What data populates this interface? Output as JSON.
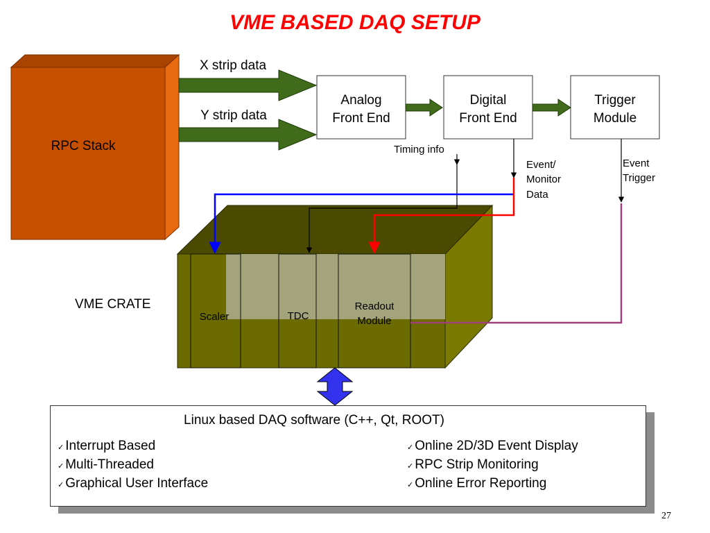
{
  "title": "VME BASED DAQ SETUP",
  "rpc_stack": {
    "label": "RPC Stack"
  },
  "inputs": {
    "x_strip": "X strip data",
    "y_strip": "Y strip data"
  },
  "modules": {
    "analog": [
      "Analog",
      "Front End"
    ],
    "digital": [
      "Digital",
      "Front End"
    ],
    "trigger": [
      "Trigger",
      "Module"
    ]
  },
  "signals": {
    "timing": "Timing info",
    "event_monitor": [
      "Event/",
      "Monitor",
      "Data"
    ],
    "event_trigger": [
      "Event",
      "Trigger"
    ]
  },
  "crate": {
    "label": "VME CRATE",
    "scaler": "Scaler",
    "tdc": "TDC",
    "readout": [
      "Readout",
      "Module"
    ]
  },
  "software": {
    "heading": "Linux based DAQ software (C++, Qt, ROOT)",
    "check_glyph": "✓",
    "left_features": [
      "Interrupt Based",
      "Multi-Threaded",
      "Graphical User Interface"
    ],
    "right_features": [
      "Online 2D/3D Event Display",
      "RPC Strip Monitoring",
      "Online Error Reporting"
    ]
  },
  "page_number": "27",
  "colors": {
    "title": "#ff0000",
    "rpc_front": "#c65000",
    "arrow_green": "#3f6b1a",
    "crate_front": "#6b6b00",
    "blue_line": "#0000ff",
    "red_line": "#ff0000",
    "purple_line": "#a0407a",
    "double_arrow": "#3333ee"
  }
}
